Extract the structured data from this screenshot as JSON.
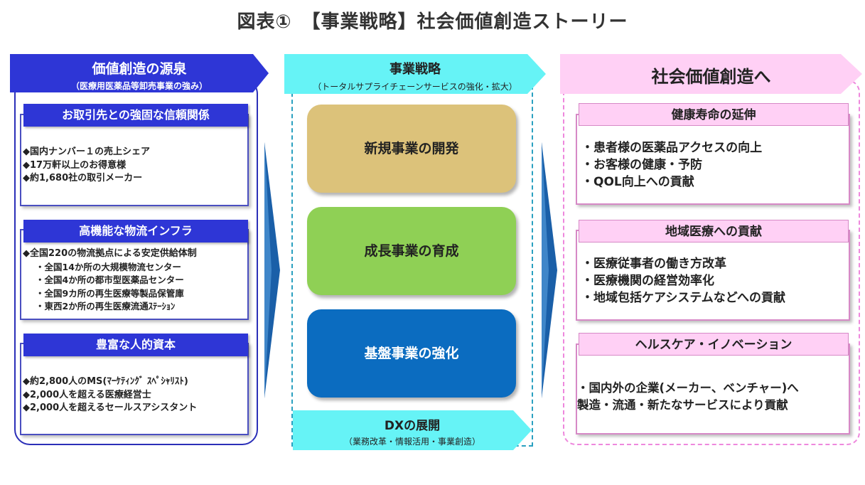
{
  "title": "図表①　【事業戦略】社会価値創造ストーリー",
  "left": {
    "header": "価値創造の源泉",
    "subheader": "（医療用医薬品等卸売事業の強み）",
    "boxes": [
      {
        "title": "お取引先との強固な信頼関係",
        "items": [
          "◆国内ナンバー１の売上シェア",
          "◆17万軒以上のお得意様",
          "◆約1,680社の取引メーカー"
        ]
      },
      {
        "title": "高機能な物流インフラ",
        "items": [
          "◆全国220の物流拠点による安定供給体制",
          "・全国14か所の大規模物流センター",
          "・全国4か所の都市型医薬品センター",
          "・全国9カ所の再生医療等製品保管庫",
          "・東西2か所の再生医療流通ｽﾃｰｼｮﾝ"
        ]
      },
      {
        "title": "豊富な人的資本",
        "items": [
          "◆約2,800人のMS(ﾏｰｹﾃｨﾝｸﾞ ｽﾍﾟｼｬﾘｽﾄ)",
          "◆2,000人を超える医療経営士",
          "◆2,000人を超えるセールスアシスタント"
        ]
      }
    ]
  },
  "center": {
    "header": "事業戦略",
    "subheader": "（トータルサプライチェーンサービスの強化・拡大）",
    "strategies": [
      "新規事業の開発",
      "成長事業の育成",
      "基盤事業の強化"
    ],
    "footer": "DXの展開",
    "footer_sub": "（業務改革・情報活用・事業創造）"
  },
  "right": {
    "header": "社会価値創造へ",
    "boxes": [
      {
        "title": "健康寿命の延伸",
        "items": [
          "・患者様の医薬品アクセスの向上",
          "・お客様の健康・予防",
          "・QOL向上への貢献"
        ]
      },
      {
        "title": "地域医療への貢献",
        "items": [
          "・医療従事者の働き方改革",
          "・医療機関の経営効率化",
          "・地域包括ケアシステムなどへの貢献"
        ]
      },
      {
        "title": "ヘルスケア・イノベーション",
        "items": [
          "・国内外の企業(メーカー、ベンチャー)へ",
          "製造・流通・新たなサービスにより貢献"
        ]
      }
    ]
  },
  "colors": {
    "left_blue": "#2e36d6",
    "center_cyan": "#66f3f6",
    "right_pink": "#ffd0f5",
    "strategy_new": "#dcc27a",
    "strategy_growth": "#8fd055",
    "strategy_base": "#0b6cc0",
    "arrow_blue": "#1a4f9a"
  }
}
